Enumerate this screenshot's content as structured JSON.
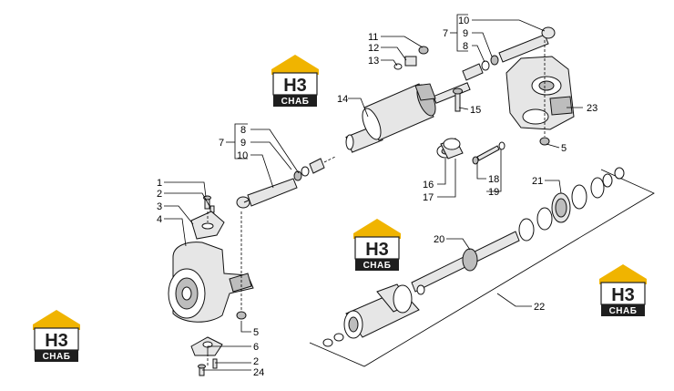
{
  "logo": {
    "mark": "H3",
    "word": "СНАБ"
  },
  "callouts": {
    "c1": "1",
    "c2a": "2",
    "c2b": "2",
    "c3": "3",
    "c4": "4",
    "c5a": "5",
    "c5b": "5",
    "c6": "6",
    "c7a": "7",
    "c7b": "7",
    "c8a": "8",
    "c8b": "8",
    "c9a": "9",
    "c9b": "9",
    "c10a": "10",
    "c10b": "10",
    "c11": "11",
    "c12": "12",
    "c13": "13",
    "c14": "14",
    "c15": "15",
    "c16": "16",
    "c17": "17",
    "c18": "18",
    "c19": "19",
    "c20": "20",
    "c21": "21",
    "c22": "22",
    "c23": "23",
    "c24": "24"
  }
}
